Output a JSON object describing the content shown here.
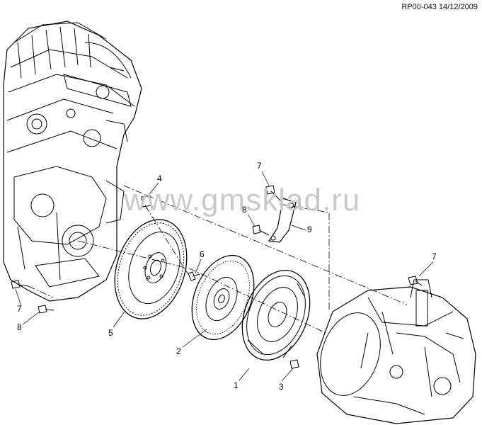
{
  "reference": "RP00-043 14/12/2009",
  "watermark": "www.gmsklad.ru",
  "callouts": [
    {
      "id": "c4",
      "label": "4"
    },
    {
      "id": "c6",
      "label": "6"
    },
    {
      "id": "c5",
      "label": "5"
    },
    {
      "id": "c2",
      "label": "2"
    },
    {
      "id": "c1",
      "label": "1"
    },
    {
      "id": "c3",
      "label": "3"
    },
    {
      "id": "c7a",
      "label": "7"
    },
    {
      "id": "c8a",
      "label": "8"
    },
    {
      "id": "c9",
      "label": "9"
    },
    {
      "id": "c7b",
      "label": "7"
    },
    {
      "id": "c7c",
      "label": "7"
    },
    {
      "id": "c8b",
      "label": "8"
    }
  ]
}
